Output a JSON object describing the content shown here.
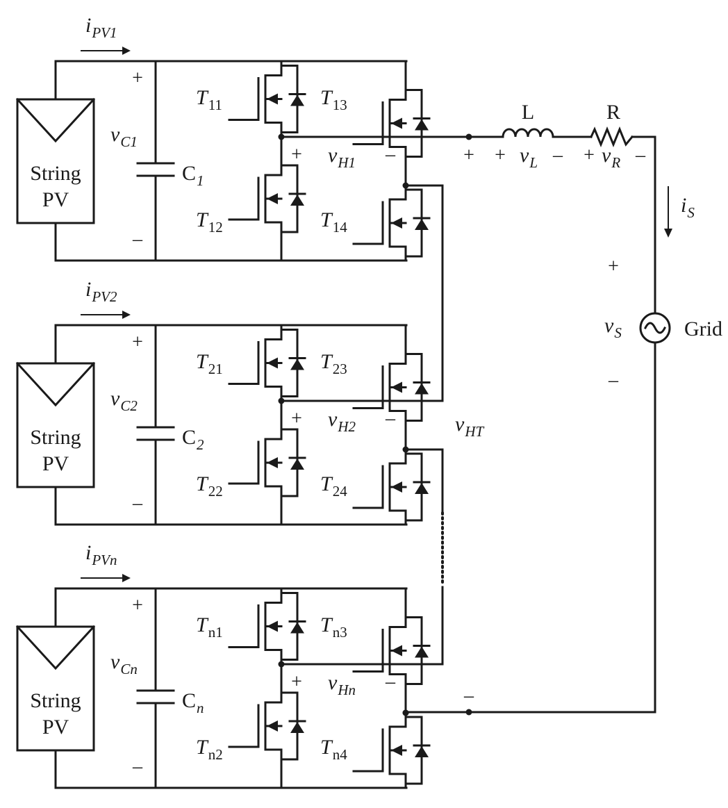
{
  "cells": [
    {
      "panel": "String PV",
      "current": {
        "base": "i",
        "sub": "PV1"
      },
      "cap_voltage": {
        "base": "v",
        "sub": "C1"
      },
      "capacitor": {
        "base": "C",
        "sub": "1"
      },
      "switches": [
        {
          "base": "T",
          "sub": "11"
        },
        {
          "base": "T",
          "sub": "12"
        },
        {
          "base": "T",
          "sub": "13"
        },
        {
          "base": "T",
          "sub": "14"
        }
      ],
      "hbridge_voltage": {
        "base": "v",
        "sub": "H1"
      }
    },
    {
      "panel": "String PV",
      "current": {
        "base": "i",
        "sub": "PV2"
      },
      "cap_voltage": {
        "base": "v",
        "sub": "C2"
      },
      "capacitor": {
        "base": "C",
        "sub": "2"
      },
      "switches": [
        {
          "base": "T",
          "sub": "21"
        },
        {
          "base": "T",
          "sub": "22"
        },
        {
          "base": "T",
          "sub": "23"
        },
        {
          "base": "T",
          "sub": "24"
        }
      ],
      "hbridge_voltage": {
        "base": "v",
        "sub": "H2"
      }
    },
    {
      "panel": "String PV",
      "current": {
        "base": "i",
        "sub": "PVn"
      },
      "cap_voltage": {
        "base": "v",
        "sub": "Cn"
      },
      "capacitor": {
        "base": "C",
        "sub": "n"
      },
      "switches": [
        {
          "base": "T",
          "sub": "n1"
        },
        {
          "base": "T",
          "sub": "n2"
        },
        {
          "base": "T",
          "sub": "n3"
        },
        {
          "base": "T",
          "sub": "n4"
        }
      ],
      "hbridge_voltage": {
        "base": "v",
        "sub": "Hn"
      }
    }
  ],
  "output": {
    "inductor": "L",
    "resistor": "R",
    "inductor_voltage": {
      "base": "v",
      "sub": "L"
    },
    "resistor_voltage": {
      "base": "v",
      "sub": "R"
    },
    "grid_current": {
      "base": "i",
      "sub": "S"
    },
    "grid_voltage": {
      "base": "v",
      "sub": "S"
    },
    "total_voltage": {
      "base": "v",
      "sub": "HT"
    },
    "grid_label": "Grid"
  },
  "signs": {
    "plus": "+",
    "minus": "–"
  }
}
